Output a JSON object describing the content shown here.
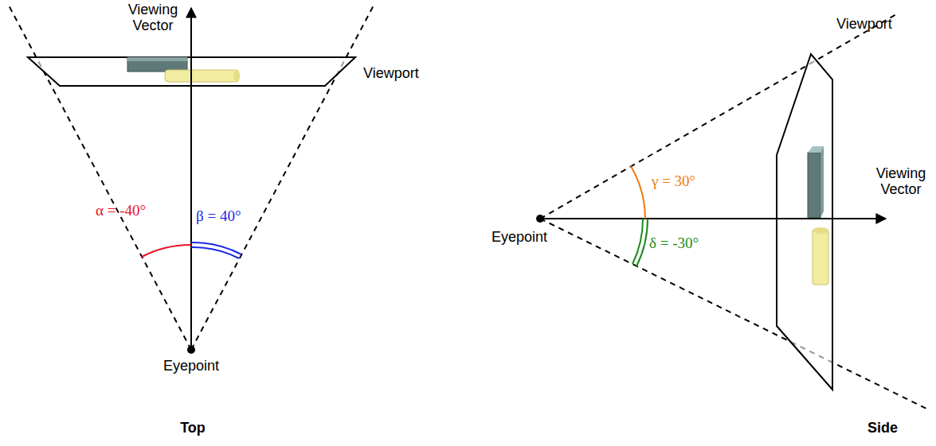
{
  "diagram": {
    "labels": [
      "Viewing Vector",
      "Viewport",
      "α = -40°",
      "β = 40°",
      "Eyepoint",
      "Top",
      "Viewport",
      "γ = 30°",
      "Viewing Vector",
      "Eyepoint",
      "δ = -30°",
      "Side"
    ]
  }
}
